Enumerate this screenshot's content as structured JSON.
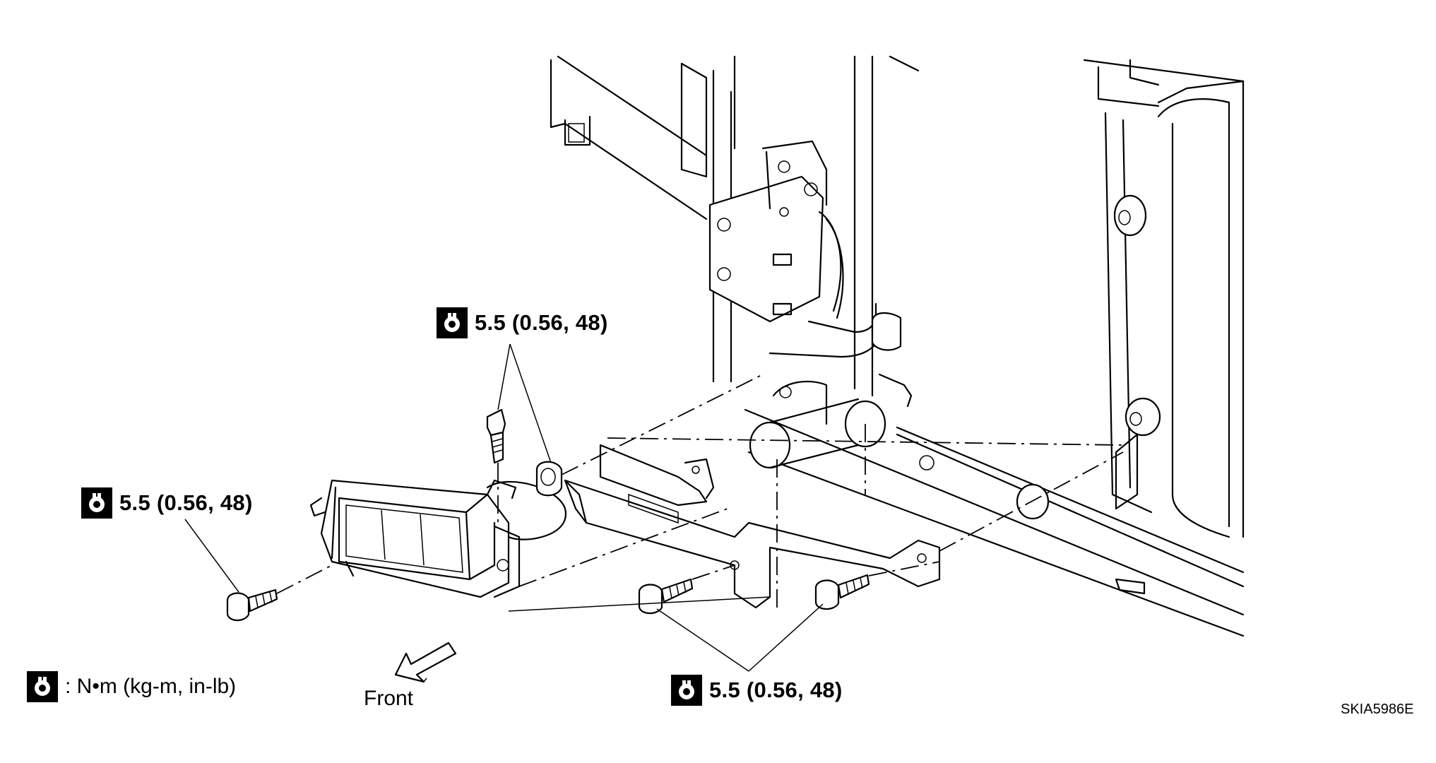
{
  "torque_callouts": [
    {
      "value": "5.5 (0.56, 48)"
    },
    {
      "value": "5.5 (0.56, 48)"
    },
    {
      "value": "5.5 (0.56, 48)"
    }
  ],
  "legend": {
    "units": ": N•m  (kg-m,  in-lb)",
    "icon": "torque-wrench-icon"
  },
  "front_label": "Front",
  "reference_code": "SKIA5986E"
}
